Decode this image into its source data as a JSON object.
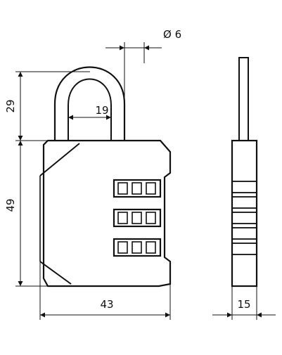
{
  "dimensions": {
    "shackle_diameter": "Ø 6",
    "shackle_height": "29",
    "shackle_inner_width": "19",
    "body_height": "49",
    "body_width": "43",
    "body_thickness": "15"
  },
  "colors": {
    "line": "#111111",
    "background": "#ffffff"
  }
}
